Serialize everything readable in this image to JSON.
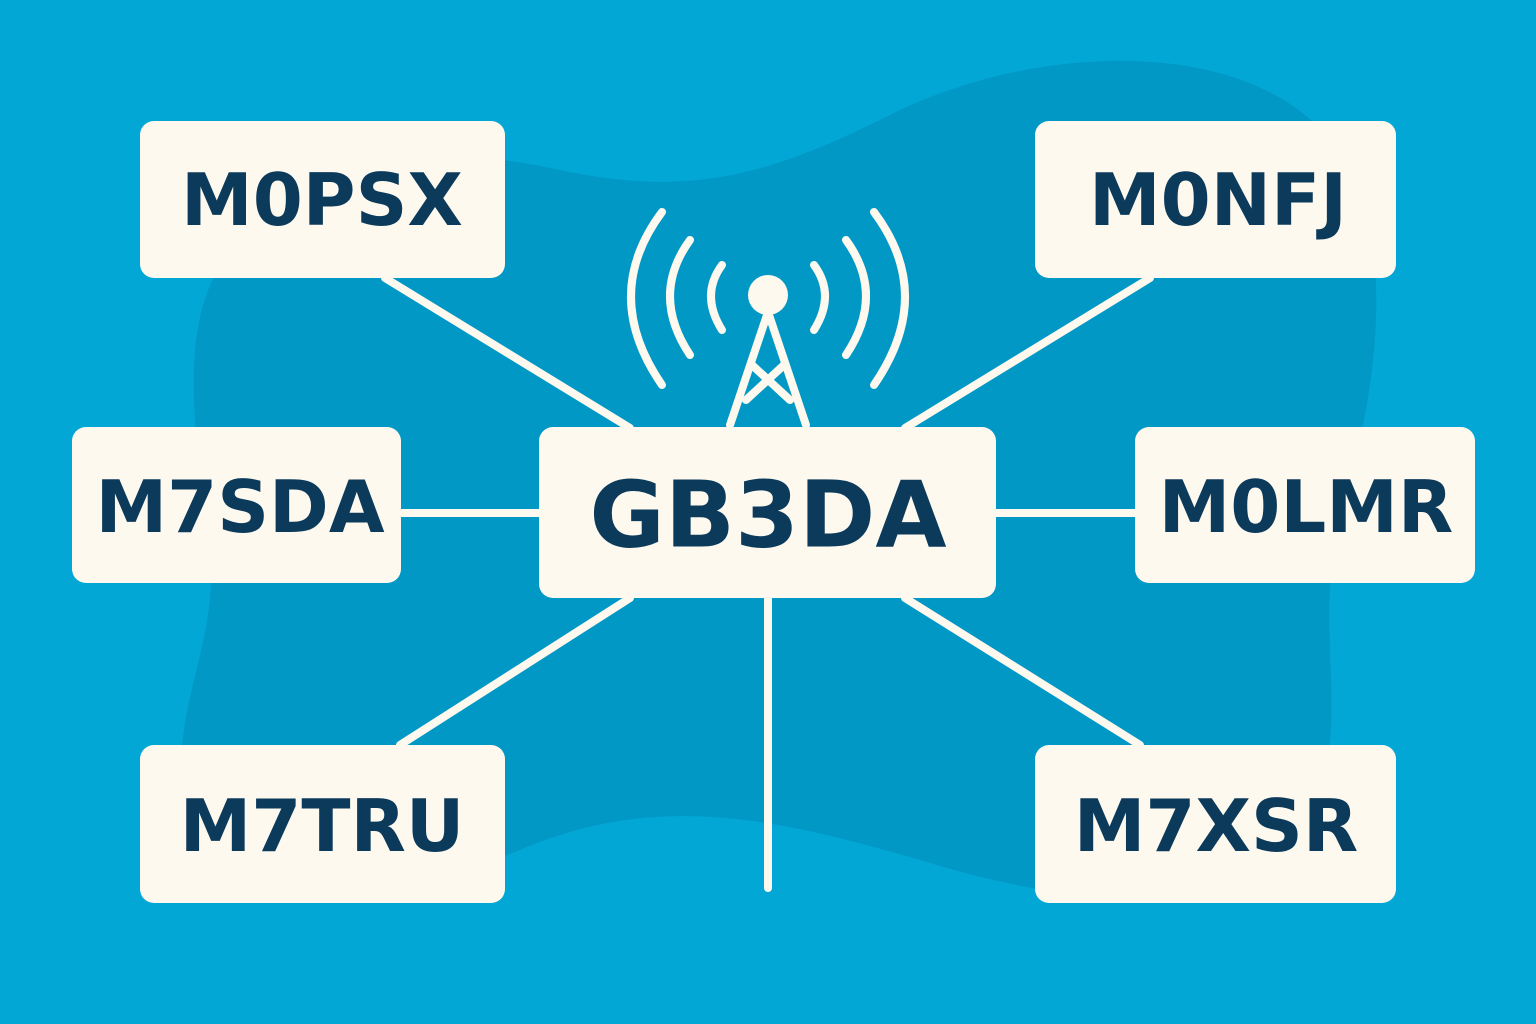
{
  "hub": {
    "callsign": "GB3DA",
    "icon": "radio-tower-icon"
  },
  "stations": [
    {
      "callsign": "M0PSX"
    },
    {
      "callsign": "M0NFJ"
    },
    {
      "callsign": "M7SDA"
    },
    {
      "callsign": "M0LMR"
    },
    {
      "callsign": "M7TRU"
    },
    {
      "callsign": "M7XSR"
    }
  ],
  "colors": {
    "background": "#03a7d5",
    "blob": "#0298c6",
    "box": "#fdf9ef",
    "text": "#0c3a5b"
  }
}
